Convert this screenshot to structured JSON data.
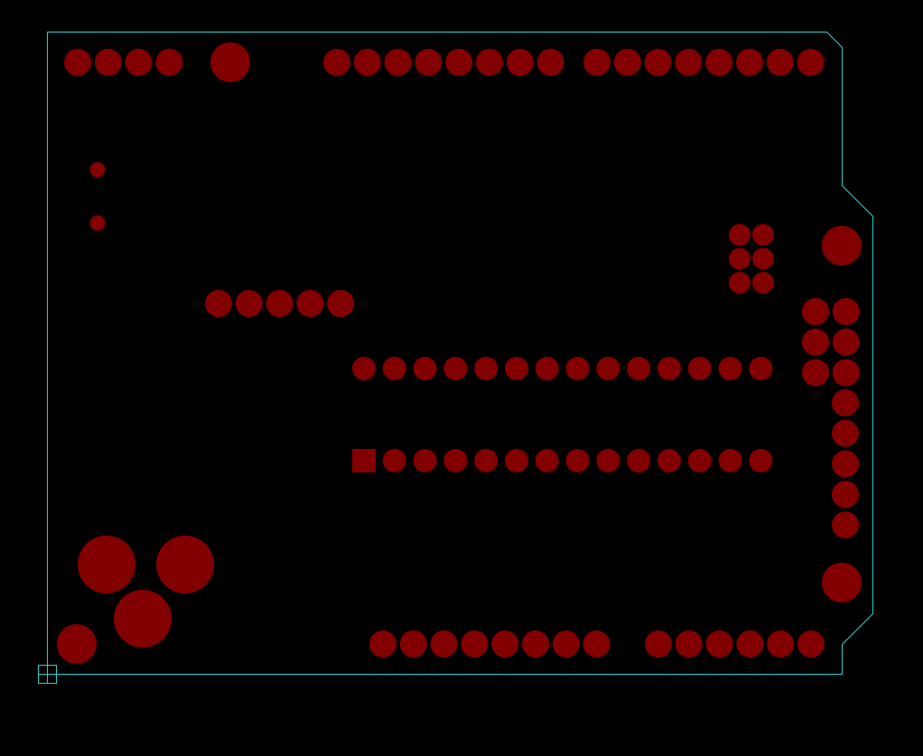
{
  "view": {
    "background_color": "#000000",
    "outline_color": "#2ad0d0",
    "pad_color": "#820000"
  },
  "board": {
    "outline": "arduino-shield-outline",
    "origin_marker": "origin-crosshair-icon"
  },
  "pads": {
    "top_left_header": {
      "count": 4,
      "shape": "round"
    },
    "top_left_large_via": {
      "count": 1,
      "shape": "round"
    },
    "top_middle_header": {
      "count": 8,
      "shape": "round"
    },
    "top_right_header": {
      "count": 8,
      "shape": "round"
    },
    "small_vias": {
      "count": 2,
      "shape": "round"
    },
    "icsp_header": {
      "count": 6,
      "shape": "round",
      "rows": 3,
      "cols": 2
    },
    "mounting_holes_right": {
      "count": 2,
      "shape": "round"
    },
    "right_double_header": {
      "count": 6,
      "shape": "round",
      "rows": 3,
      "cols": 2
    },
    "right_single_header": {
      "count": 5,
      "shape": "round"
    },
    "middle_header": {
      "count": 5,
      "shape": "round"
    },
    "dip_top_row": {
      "count": 14,
      "shape": "round"
    },
    "dip_bottom_row": {
      "count": 14,
      "shape": "square-first"
    },
    "power_jack": {
      "count": 3,
      "shape": "round"
    },
    "bottom_left_hole": {
      "count": 1,
      "shape": "round"
    },
    "bottom_left_header": {
      "count": 8,
      "shape": "round"
    },
    "bottom_right_header": {
      "count": 6,
      "shape": "round"
    }
  }
}
